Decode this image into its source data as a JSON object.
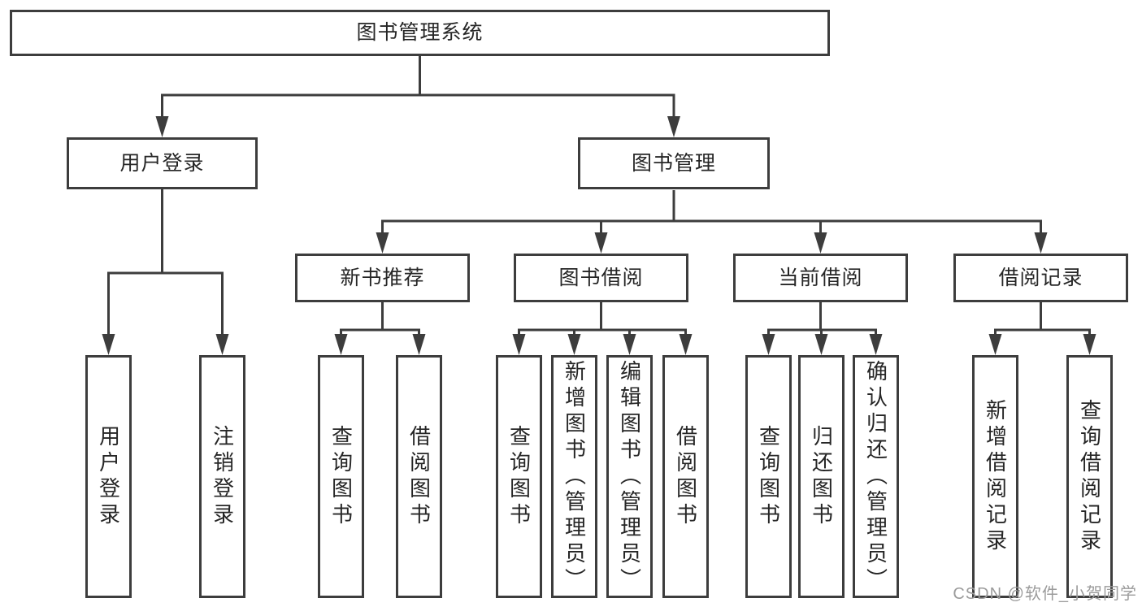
{
  "tree": {
    "label": "图书管理系统",
    "children": [
      {
        "label": "用户登录",
        "children": [
          {
            "label": "用户登录"
          },
          {
            "label": "注销登录"
          }
        ]
      },
      {
        "label": "图书管理",
        "children": [
          {
            "label": "新书推荐",
            "children": [
              {
                "label": "查询图书"
              },
              {
                "label": "借阅图书"
              }
            ]
          },
          {
            "label": "图书借阅",
            "children": [
              {
                "label": "查询图书"
              },
              {
                "label": "新增图书（管理员）"
              },
              {
                "label": "编辑图书（管理员）"
              },
              {
                "label": "借阅图书"
              }
            ]
          },
          {
            "label": "当前借阅",
            "children": [
              {
                "label": "查询图书"
              },
              {
                "label": "归还图书"
              },
              {
                "label": "确认归还（管理员）"
              }
            ]
          },
          {
            "label": "借阅记录",
            "children": [
              {
                "label": "新增借阅记录"
              },
              {
                "label": "查询借阅记录"
              }
            ]
          }
        ]
      }
    ]
  },
  "watermark": {
    "text": "CSDN @软件_小贺同学"
  },
  "colors": {
    "line": "#3d3d3d",
    "box_border": "#3d3d3d",
    "text": "#262626",
    "background": "#ffffff",
    "watermark": "#9b9b9b"
  }
}
